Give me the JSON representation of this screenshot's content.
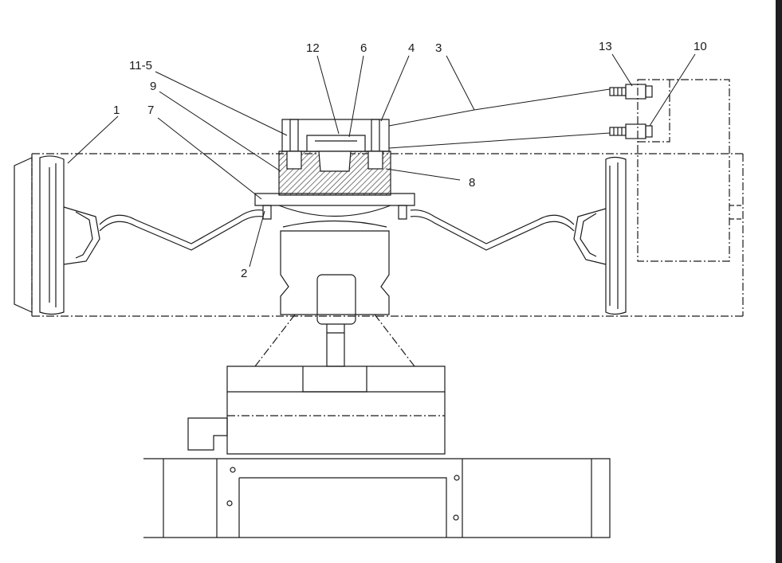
{
  "diagram": {
    "callouts": [
      {
        "id": "c1",
        "label": "1"
      },
      {
        "id": "c2",
        "label": "2"
      },
      {
        "id": "c3",
        "label": "3"
      },
      {
        "id": "c4",
        "label": "4"
      },
      {
        "id": "c6",
        "label": "6"
      },
      {
        "id": "c7",
        "label": "7"
      },
      {
        "id": "c8",
        "label": "8"
      },
      {
        "id": "c9",
        "label": "9"
      },
      {
        "id": "c10",
        "label": "10"
      },
      {
        "id": "c115",
        "label": "11-5"
      },
      {
        "id": "c12",
        "label": "12"
      },
      {
        "id": "c13",
        "label": "13"
      }
    ],
    "line_color": "#1a1a1a",
    "section_hatch_color": "#444444",
    "frame_color": "#1e1e1e"
  }
}
